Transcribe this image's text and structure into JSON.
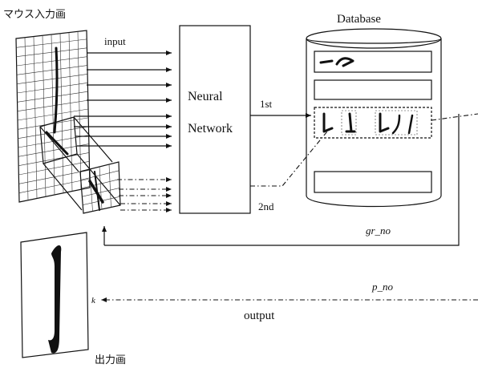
{
  "labels": {
    "mouse_input_screen": "マウス入力画",
    "input": "input",
    "neural_line1": "Neural",
    "neural_line2": "Network",
    "database": "Database",
    "first": "1st",
    "second": "2nd",
    "gr_no": "gr_no",
    "p_no": "p_no",
    "output": "output",
    "output_screen": "出力画",
    "cursor_mark": "k"
  },
  "colors": {
    "ink": "#111111",
    "background": "#ffffff"
  }
}
